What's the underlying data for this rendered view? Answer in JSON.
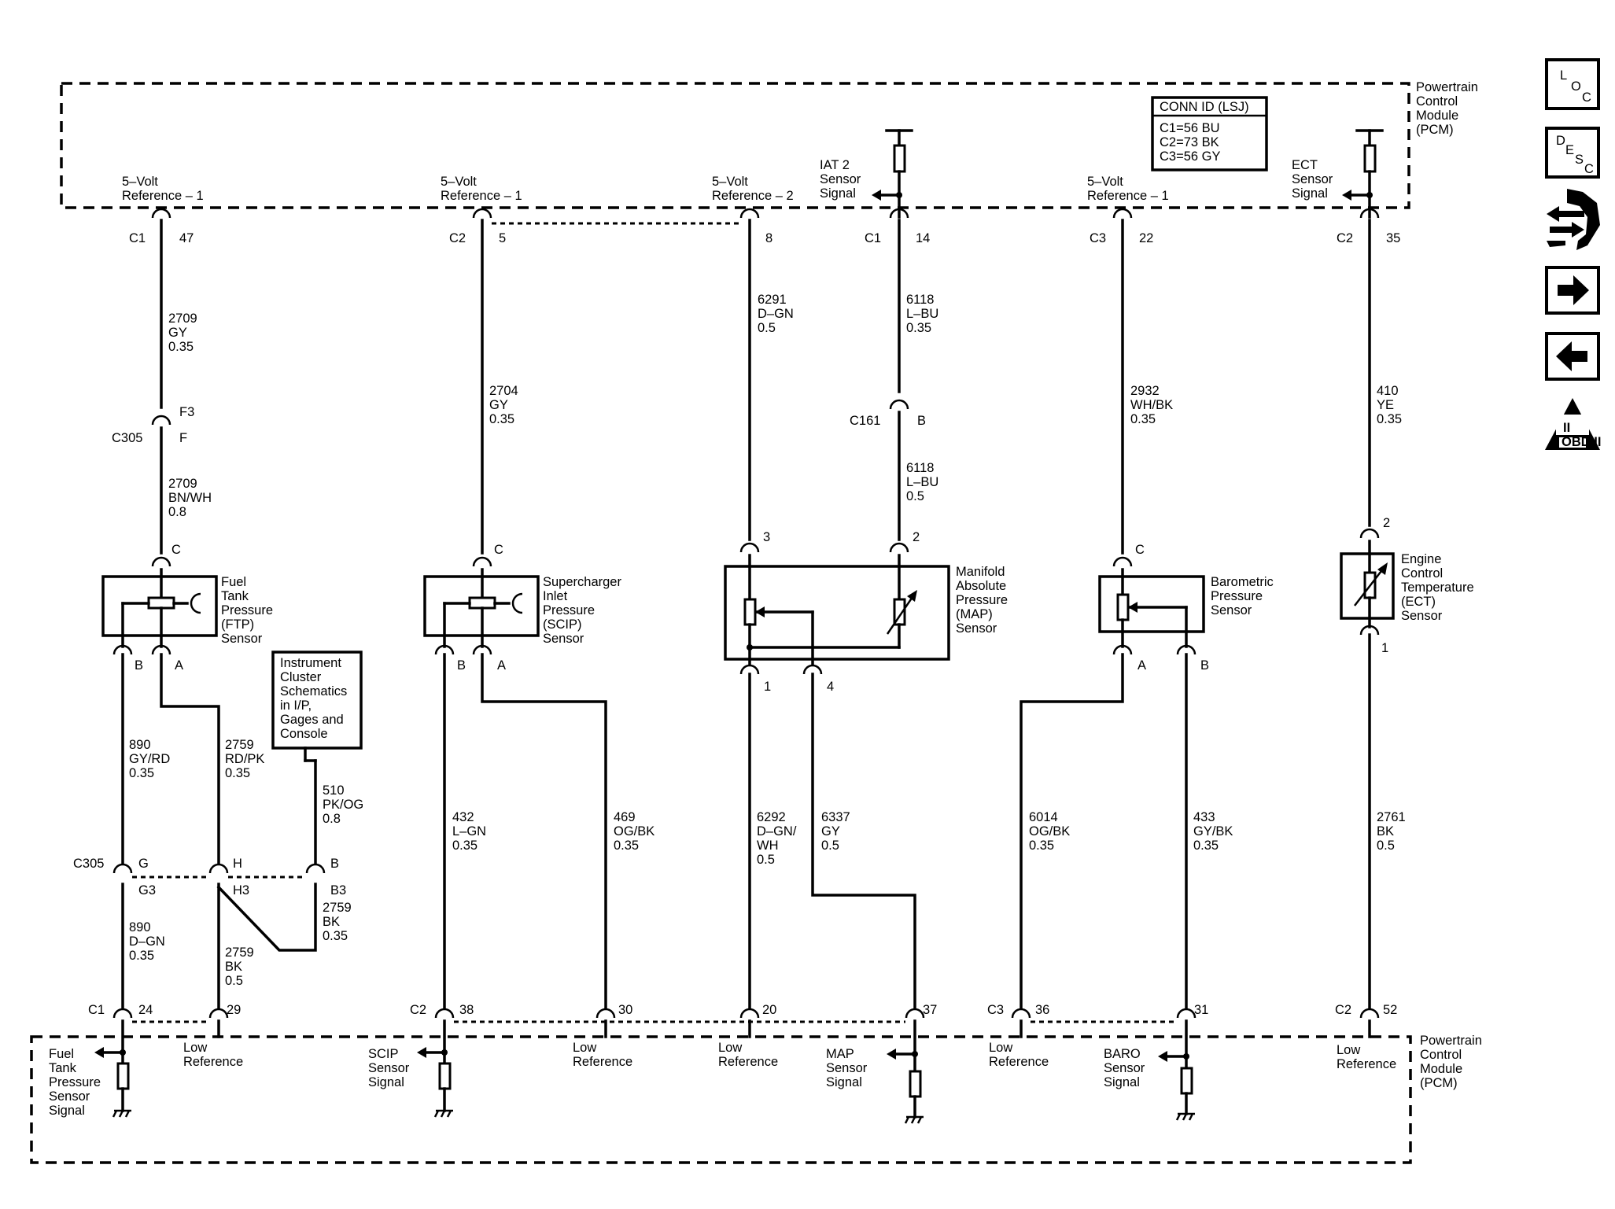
{
  "pcm_top": [
    "Powertrain",
    "Control",
    "Module",
    "(PCM)"
  ],
  "pcm_bottom": [
    "Powertrain",
    "Control",
    "Module",
    "(PCM)"
  ],
  "conn_id": {
    "title": "CONN ID (LSJ)",
    "lines": [
      "C1=56 BU",
      "C2=73 BK",
      "C3=56 GY"
    ]
  },
  "top_labels": {
    "ref1_a": [
      "5–Volt",
      "Reference – 1"
    ],
    "ref1_b": [
      "5–Volt",
      "Reference – 1"
    ],
    "ref2": [
      "5–Volt",
      "Reference – 2"
    ],
    "iat2": [
      "IAT 2",
      "Sensor",
      "Signal"
    ],
    "ref1_c": [
      "5–Volt",
      "Reference – 1"
    ],
    "ect_sig": [
      "ECT",
      "Sensor",
      "Signal"
    ]
  },
  "pins": {
    "p1_conn": "C1",
    "p1_pin": "47",
    "p2_conn": "C2",
    "p2_pin": "5",
    "p3_pin": "8",
    "p4_conn": "C1",
    "p4_pin": "14",
    "p5_conn": "C3",
    "p5_pin": "22",
    "p6_conn": "C2",
    "p6_pin": "35",
    "b1_conn": "C1",
    "b1_pin": "24",
    "b2_pin": "29",
    "b3_conn": "C2",
    "b3_pin": "38",
    "b4_pin": "30",
    "b5_pin": "20",
    "b6_pin": "37",
    "b7_conn": "C3",
    "b7_pin": "36",
    "b8_pin": "31",
    "b9_conn": "C2",
    "b9_pin": "52"
  },
  "inline": {
    "c305_top": "C305",
    "f3": "F3",
    "f": "F",
    "c161": "C161",
    "c161_pin": "B",
    "c305_mid": "C305",
    "g": "G",
    "h": "H",
    "b": "B",
    "g3": "G3",
    "h3": "H3",
    "b3": "B3"
  },
  "wires": {
    "w1": [
      "2709",
      "GY",
      "0.35"
    ],
    "w2": [
      "2709",
      "BN/WH",
      "0.8"
    ],
    "w3": [
      "2704",
      "GY",
      "0.35"
    ],
    "w4": [
      "6291",
      "D–GN",
      "0.5"
    ],
    "w5": [
      "6118",
      "L–BU",
      "0.35"
    ],
    "w6": [
      "6118",
      "L–BU",
      "0.5"
    ],
    "w7": [
      "2932",
      "WH/BK",
      "0.35"
    ],
    "w8": [
      "410",
      "YE",
      "0.35"
    ],
    "w9": [
      "890",
      "GY/RD",
      "0.35"
    ],
    "w10": [
      "2759",
      "RD/PK",
      "0.35"
    ],
    "w11": [
      "510",
      "PK/OG",
      "0.8"
    ],
    "w12": [
      "432",
      "L–GN",
      "0.35"
    ],
    "w13": [
      "469",
      "OG/BK",
      "0.35"
    ],
    "w14": [
      "6292",
      "D–GN/",
      "WH",
      "0.5"
    ],
    "w15": [
      "6337",
      "GY",
      "0.5"
    ],
    "w16": [
      "6014",
      "OG/BK",
      "0.35"
    ],
    "w17": [
      "433",
      "GY/BK",
      "0.35"
    ],
    "w18": [
      "2761",
      "BK",
      "0.5"
    ],
    "w19": [
      "890",
      "D–GN",
      "0.35"
    ],
    "w20": [
      "2759",
      "BK",
      "0.5"
    ],
    "w21": [
      "2759",
      "BK",
      "0.35"
    ]
  },
  "sensors": {
    "ftp": [
      "Fuel",
      "Tank",
      "Pressure",
      "(FTP)",
      "Sensor"
    ],
    "scip": [
      "Supercharger",
      "Inlet",
      "Pressure",
      "(SCIP)",
      "Sensor"
    ],
    "map": [
      "Manifold",
      "Absolute",
      "Pressure",
      "(MAP)",
      "Sensor"
    ],
    "baro": [
      "Barometric",
      "Pressure",
      "Sensor"
    ],
    "ect": [
      "Engine",
      "Control",
      "Temperature",
      "(ECT)",
      "Sensor"
    ]
  },
  "sensor_pins": {
    "ftp_c": "C",
    "ftp_b": "B",
    "ftp_a": "A",
    "scip_c": "C",
    "scip_b": "B",
    "scip_a": "A",
    "map_3": "3",
    "map_2": "2",
    "map_1": "1",
    "map_4": "4",
    "baro_c": "C",
    "baro_a": "A",
    "baro_b": "B",
    "ect_2": "2",
    "ect_1": "1"
  },
  "instrument_note": [
    "Instrument",
    "Cluster",
    "Schematics",
    "in I/P,",
    "Gages and",
    "Console"
  ],
  "bottom_labels": {
    "ftp_sig": [
      "Fuel",
      "Tank",
      "Pressure",
      "Sensor",
      "Signal"
    ],
    "low1": [
      "Low",
      "Reference"
    ],
    "scip_sig": [
      "SCIP",
      "Sensor",
      "Signal"
    ],
    "low2": [
      "Low",
      "Reference"
    ],
    "low3": [
      "Low",
      "Reference"
    ],
    "map_sig": [
      "MAP",
      "Sensor",
      "Signal"
    ],
    "low4": [
      "Low",
      "Reference"
    ],
    "baro_sig": [
      "BARO",
      "Sensor",
      "Signal"
    ],
    "low5": [
      "Low",
      "Reference"
    ]
  },
  "side_icons": [
    {
      "name": "loc-icon",
      "chars": [
        "L",
        "O",
        "C"
      ]
    },
    {
      "name": "desc-icon",
      "chars": [
        "D",
        "E",
        "S",
        "C"
      ]
    },
    {
      "name": "wrench-arrows-icon"
    },
    {
      "name": "arrow-right-icon"
    },
    {
      "name": "arrow-left-icon"
    },
    {
      "name": "obd-ii-icon",
      "label": "OBD II",
      "mark": "II"
    }
  ]
}
